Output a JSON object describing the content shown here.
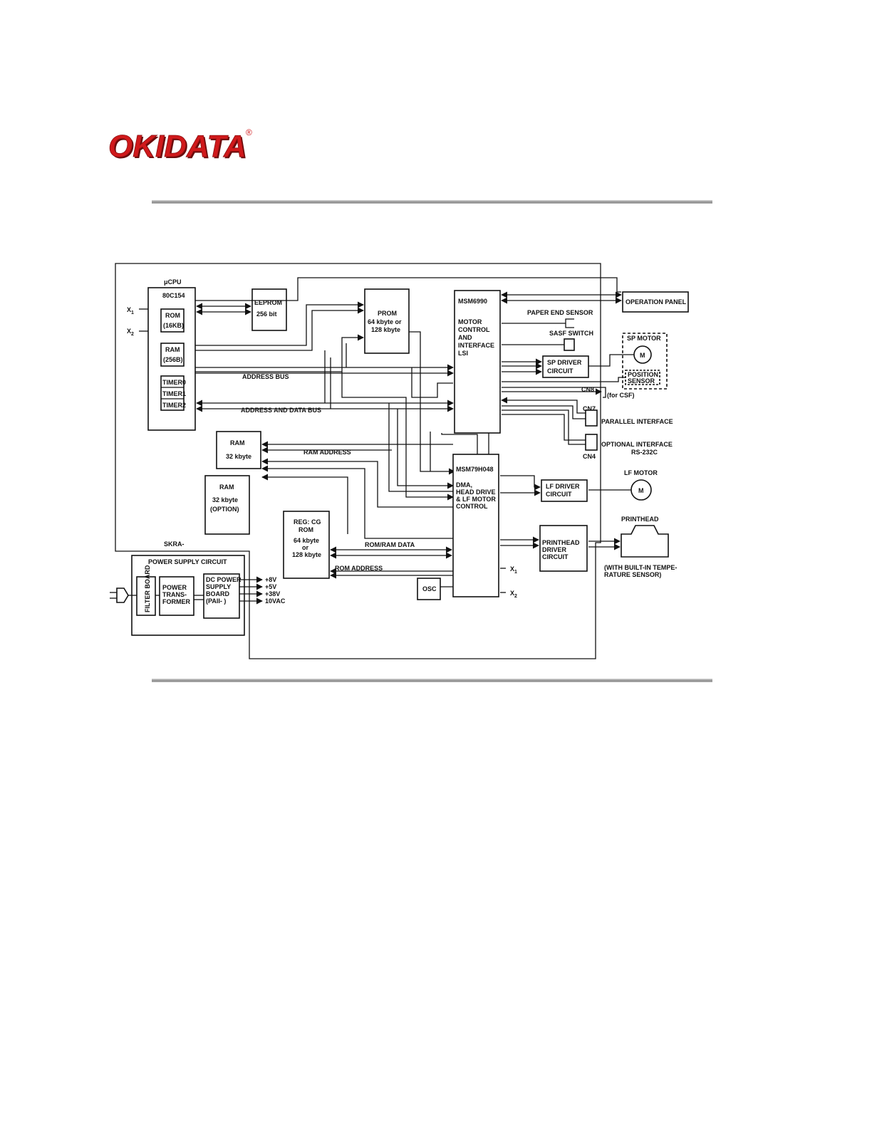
{
  "brand": {
    "logo_text": "OKIDATA",
    "registered_mark": "®",
    "logo_color": "#d0191b"
  },
  "diagram": {
    "cpu": {
      "label": "μCPU",
      "part": "80C154",
      "rom": "ROM",
      "rom_size": "(16KB)",
      "ram": "RAM",
      "ram_size": "(256B)",
      "timer0": "TIMER0",
      "timer1": "TIMER1",
      "timer2": "TIMER2"
    },
    "x1": "X",
    "x1_sub": "1",
    "x2": "X",
    "x2_sub": "2",
    "eeprom": {
      "name": "EEPROM",
      "size": "256 bit"
    },
    "prom": {
      "name": "PROM",
      "size1": "64 kbyte or",
      "size2": "128 kbyte"
    },
    "msm6990": {
      "name": "MSM6990",
      "l1": "MOTOR",
      "l2": "CONTROL",
      "l3": "AND",
      "l4": "INTERFACE",
      "l5": "LSI"
    },
    "operation_panel": "OPERATION PANEL",
    "paper_end_sensor": "PAPER END SENSOR",
    "sasf_switch": "SASF SWITCH",
    "sp_motor": {
      "title": "SP MOTOR",
      "m": "M",
      "pos1": "POSITION",
      "pos2": "SENSOR"
    },
    "sp_driver": {
      "l1": "SP DRIVER",
      "l2": "CIRCUIT"
    },
    "cn8": "CN8",
    "for_csf": "(for CSF)",
    "cn7": "CN7",
    "parallel": "PARALLEL INTERFACE",
    "cn4": "CN4",
    "optional1": "OPTIONAL INTERFACE",
    "optional2": "RS-232C",
    "address_bus": "ADDRESS BUS",
    "address_data_bus": "ADDRESS AND DATA BUS",
    "ram1": {
      "name": "RAM",
      "size": "32 kbyte"
    },
    "ram2": {
      "name": "RAM",
      "size": "32 kbyte",
      "option": "(OPTION)"
    },
    "ram_address": "RAM ADDRESS",
    "msm79": {
      "name": "MSM79H048",
      "l1": "DMA,",
      "l2": "HEAD DRIVE",
      "l3": "& LF MOTOR",
      "l4": "CONTROL"
    },
    "lf_driver": {
      "l1": "LF DRIVER",
      "l2": "CIRCUIT"
    },
    "lf_motor": {
      "title": "LF MOTOR",
      "m": "M"
    },
    "printhead": "PRINTHEAD",
    "ph_driver": {
      "l1": "PRINTHEAD",
      "l2": "DRIVER",
      "l3": "CIRCUIT"
    },
    "ph_note1": "(WITH BUILT-IN TEMPE-",
    "ph_note2": "RATURE SENSOR)",
    "cg_rom": {
      "l1": "REG: CG",
      "l2": "ROM",
      "l3": "64 kbyte",
      "l4": "or",
      "l5": "128 kbyte"
    },
    "rom_ram_data": "ROM/RAM DATA",
    "rom_address": "ROM ADDRESS",
    "osc": "OSC",
    "x1b": "X",
    "x1b_sub": "1",
    "x2b": "X",
    "x2b_sub": "2",
    "skra": "SKRA-",
    "psu": {
      "title": "POWER SUPPLY CIRCUIT",
      "filter": "FILTER BOARD",
      "xfmr1": "POWER",
      "xfmr2": "TRANS-",
      "xfmr3": "FORMER",
      "dc1": "DC POWER",
      "dc2": "SUPPLY",
      "dc3": "BOARD",
      "dc4": "(PAII- )",
      "v1": "+8V",
      "v2": "+5V",
      "v3": "+38V",
      "v4": "10VAC"
    }
  }
}
